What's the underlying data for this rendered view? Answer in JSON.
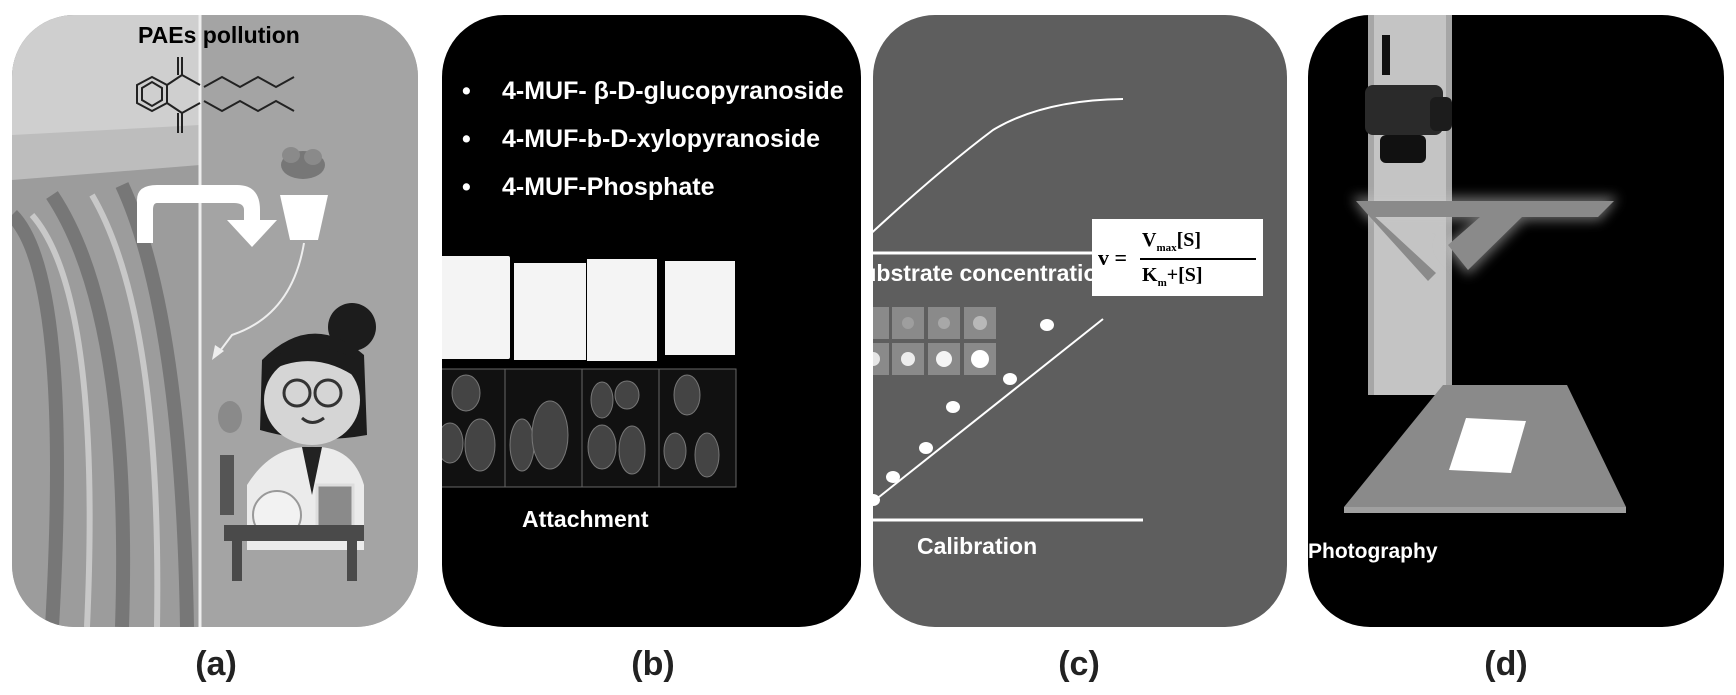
{
  "panel_a": {
    "title": "PAEs pollution"
  },
  "panel_b": {
    "bullets": [
      "4-MUF- β-D-glucopyranoside",
      "4-MUF-b-D-xylopyranoside",
      "4-MUF-Phosphate"
    ],
    "label": "Attachment"
  },
  "panel_c": {
    "formula": {
      "lhs": "v =",
      "numerator": "V",
      "numerator_sub": "max",
      "numerator_rest": "[S]",
      "denominator": "K",
      "denominator_sub": "m",
      "denominator_rest": "+[S]"
    },
    "top_plot_label": "Substrate concentrations",
    "bottom_plot_label": "Calibration"
  },
  "panel_d": {
    "label": "Photography"
  },
  "captions": [
    "(a)",
    "(b)",
    "(c)",
    "(d)"
  ]
}
